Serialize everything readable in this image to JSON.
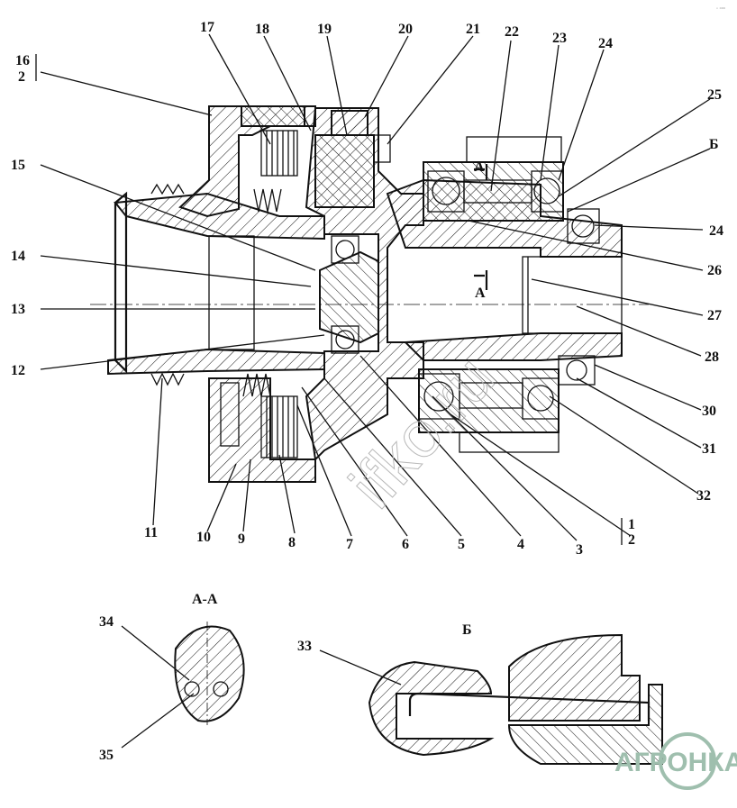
{
  "corner_mark": "◦ ▫▫▫",
  "main_view": {
    "labels_top": [
      "17",
      "18",
      "19",
      "20",
      "21",
      "22",
      "23",
      "24"
    ],
    "labels_right": [
      "25",
      "Б",
      "24",
      "26",
      "27",
      "28",
      "30",
      "31",
      "32"
    ],
    "labels_bottom": [
      "11",
      "10",
      "9",
      "8",
      "7",
      "6",
      "5",
      "4",
      "3"
    ],
    "labels_left": [
      "15",
      "14",
      "13",
      "12"
    ],
    "section_ref_top": {
      "num": "16",
      "den": "2"
    },
    "section_ref_bottom": {
      "num": "1",
      "den": "2"
    },
    "section_marker": "А"
  },
  "detail_aa": {
    "title": "А-А",
    "labels": [
      "34",
      "35"
    ]
  },
  "detail_b": {
    "title": "Б",
    "labels": [
      "33"
    ]
  },
  "watermark": {
    "logo": "АГРОНКА",
    "text": "ifko.ru"
  },
  "colors": {
    "ink": "#111111",
    "logo": "#9fbfae"
  }
}
